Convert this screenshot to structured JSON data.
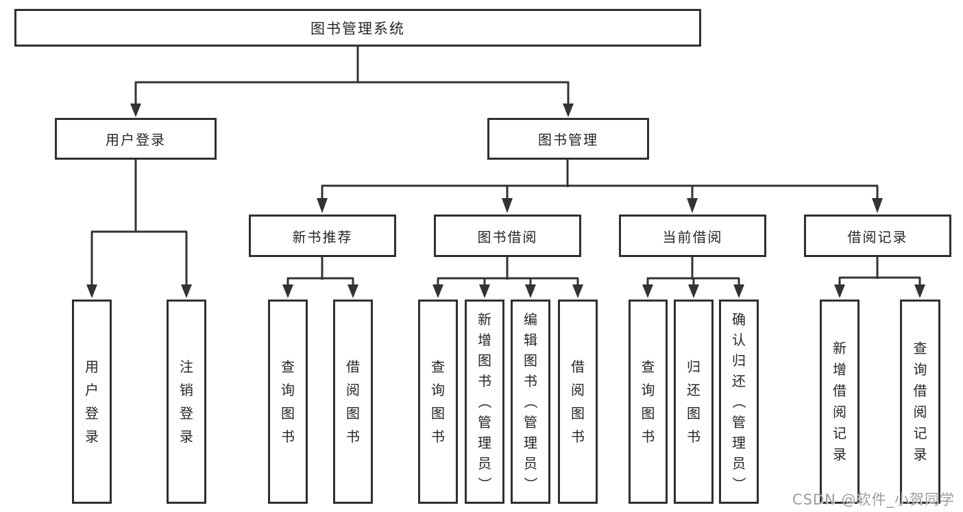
{
  "tree": {
    "root": {
      "label": "图书管理系统"
    },
    "branches": [
      {
        "label": "用户登录",
        "children": [
          {
            "label": "用户登录"
          },
          {
            "label": "注销登录"
          }
        ]
      },
      {
        "label": "图书管理",
        "groups": [
          {
            "label": "新书推荐",
            "children": [
              {
                "label": "查询图书"
              },
              {
                "label": "借阅图书"
              }
            ]
          },
          {
            "label": "图书借阅",
            "children": [
              {
                "label": "查询图书"
              },
              {
                "label": "新增图书（管理员）"
              },
              {
                "label": "编辑图书（管理员）"
              },
              {
                "label": "借阅图书"
              }
            ]
          },
          {
            "label": "当前借阅",
            "children": [
              {
                "label": "查询图书"
              },
              {
                "label": "归还图书"
              },
              {
                "label": "确认归还（管理员）"
              }
            ]
          },
          {
            "label": "借阅记录",
            "children": [
              {
                "label": "新增借阅记录"
              },
              {
                "label": "查询借阅记录"
              }
            ]
          }
        ]
      }
    ]
  },
  "watermark": {
    "text": "CSDN @软件_小贺同学"
  },
  "colors": {
    "line": "#333333",
    "box_border": "#2f2f2f",
    "text": "#262626",
    "watermark": "#9c9c9c",
    "background": "#ffffff"
  }
}
